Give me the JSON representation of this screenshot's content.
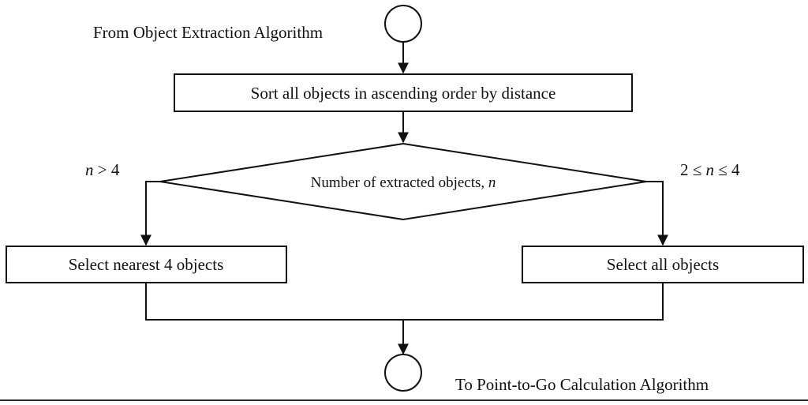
{
  "diagram": {
    "start_label": "From Object Extraction Algorithm",
    "sort_step": "Sort all objects in ascending order by distance",
    "decision": {
      "text": "Number of extracted objects, ",
      "var": "n"
    },
    "left_condition": {
      "var": "n",
      "rest": " > 4"
    },
    "right_condition": {
      "pre": "2 ≤ ",
      "var": "n",
      "post": " ≤ 4"
    },
    "left_action": "Select nearest 4 objects",
    "right_action": "Select all objects",
    "end_label": "To Point-to-Go Calculation Algorithm"
  }
}
